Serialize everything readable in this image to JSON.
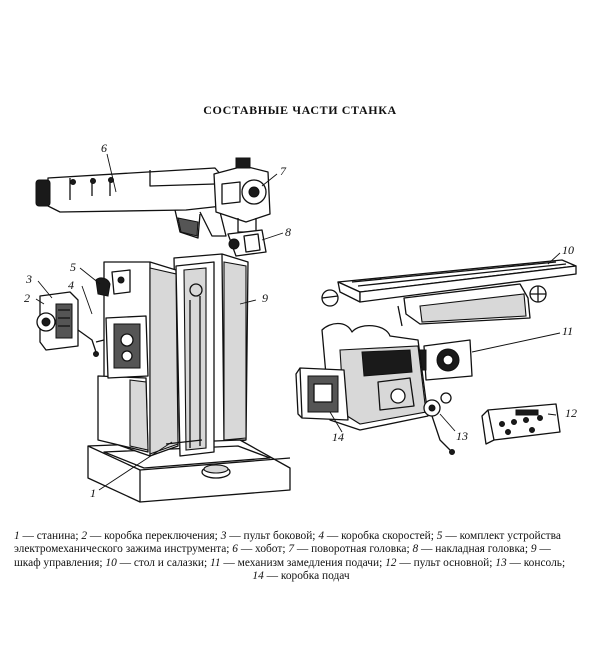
{
  "title": "СОСТАВНЫЕ ЧАСТИ СТАНКА",
  "labels": [
    "1",
    "2",
    "3",
    "4",
    "5",
    "6",
    "7",
    "8",
    "9",
    "10",
    "11",
    "12",
    "13",
    "14"
  ],
  "legend": {
    "line1": [
      {
        "n": "1",
        "t": " — станина; "
      },
      {
        "n": "2",
        "t": " — коробка переключения; "
      },
      {
        "n": "3",
        "t": " — пульт боковой; "
      },
      {
        "n": "4",
        "t": " — коробка скоростей; "
      },
      {
        "n": "5",
        "t": " — комплект устройства"
      }
    ],
    "line2": [
      {
        "n": "",
        "t": "электромеханического зажима инструмента; "
      },
      {
        "n": "6",
        "t": " — хобот; "
      },
      {
        "n": "7",
        "t": " — поворотная головка; "
      },
      {
        "n": "8",
        "t": " — накладная головка; "
      },
      {
        "n": "9",
        "t": " —"
      }
    ],
    "line3": [
      {
        "n": "",
        "t": "шкаф управления; "
      },
      {
        "n": "10",
        "t": " — стол и салазки; "
      },
      {
        "n": "11",
        "t": " — механизм замедления подачи; "
      },
      {
        "n": "12",
        "t": " — пульт основной; "
      },
      {
        "n": "13",
        "t": " — консоль;"
      }
    ],
    "line4": [
      {
        "n": "14",
        "t": " — коробка подач"
      }
    ]
  }
}
